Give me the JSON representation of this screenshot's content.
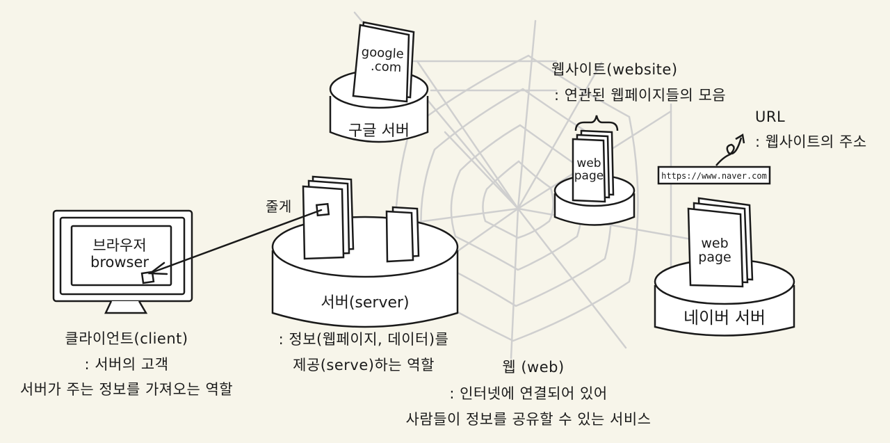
{
  "google": {
    "page_text_1": "google",
    "page_text_2": ".com",
    "server_label": "구글 서버"
  },
  "website": {
    "title": "웹사이트(website)",
    "desc": ": 연관된 웹페이지들의 모음"
  },
  "url": {
    "title": "URL",
    "desc": ": 웹사이트의 주소",
    "address": "https://www.naver.com"
  },
  "webpage_small": {
    "line1": "web",
    "line2": "page"
  },
  "webpage_naver": {
    "line1": "web",
    "line2": "page",
    "server_label": "네이버 서버"
  },
  "browser": {
    "label_ko": "브라우저",
    "label_en": "browser"
  },
  "rope_label": "줄게",
  "server": {
    "label": "서버(server)",
    "desc1": ": 정보(웹페이지, 데이터)를",
    "desc2": "제공(serve)하는 역할"
  },
  "client": {
    "title": "클라이언트(client)",
    "desc1": ": 서버의 고객",
    "desc2": "서버가 주는 정보를 가져오는 역할"
  },
  "web": {
    "title": "웹 (web)",
    "desc1": ": 인터넷에 연결되어 있어",
    "desc2": "사람들이 정보를 공유할 수 있는 서비스"
  },
  "colors": {
    "background": "#f7f5ea",
    "ink": "#1a1a1a",
    "web_lines": "#cfcfcf",
    "paper": "#ffffff"
  }
}
